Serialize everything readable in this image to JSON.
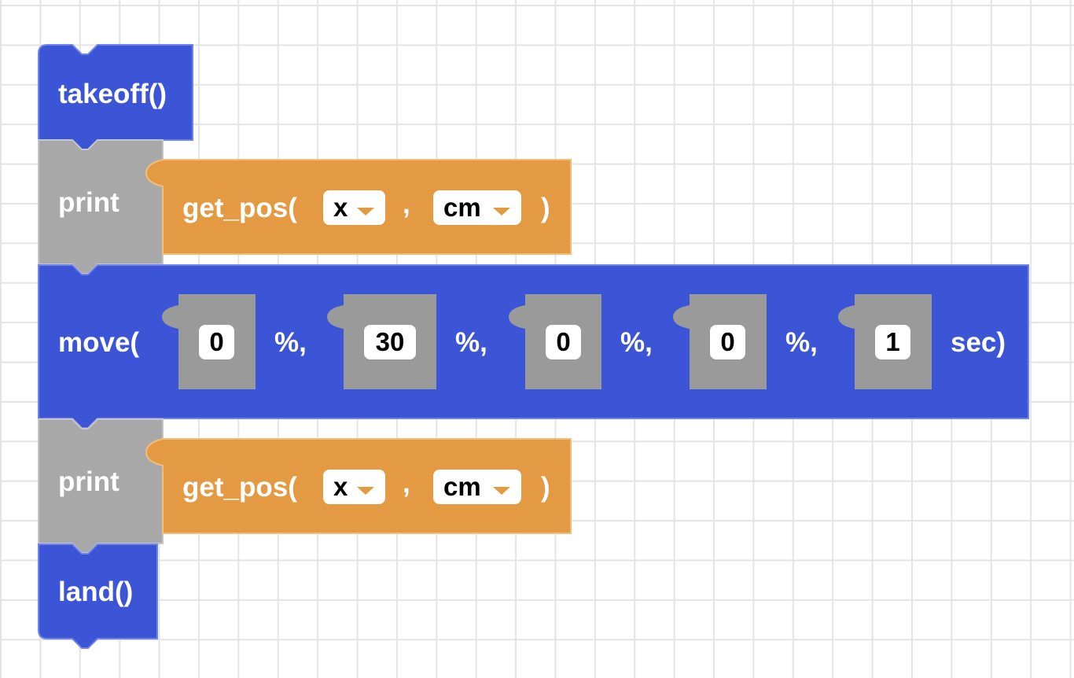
{
  "colors": {
    "motion_block": "#3b55d6",
    "motion_block_border": "#6f84e8",
    "print_block": "#a8a8a8",
    "print_block_border": "#c6c6c6",
    "value_block": "#e49a42",
    "value_block_border": "#f0bd7f",
    "number_shadow": "#9a9a9a",
    "field_bg": "#ffffff",
    "dropdown_arrow": "#e49a3f"
  },
  "blocks": {
    "takeoff": {
      "label": "takeoff()"
    },
    "print_1": {
      "label": "print",
      "get_pos": {
        "label": "get_pos(",
        "axis": "x",
        "separator": ",",
        "unit": "cm",
        "close": ")"
      }
    },
    "move": {
      "label": "move(",
      "args": [
        {
          "value": "0",
          "suffix": "%,"
        },
        {
          "value": "30",
          "suffix": "%,"
        },
        {
          "value": "0",
          "suffix": "%,"
        },
        {
          "value": "0",
          "suffix": "%,"
        },
        {
          "value": "1",
          "suffix": "sec)"
        }
      ]
    },
    "print_2": {
      "label": "print",
      "get_pos": {
        "label": "get_pos(",
        "axis": "x",
        "separator": ",",
        "unit": "cm",
        "close": ")"
      }
    },
    "land": {
      "label": "land()"
    }
  }
}
